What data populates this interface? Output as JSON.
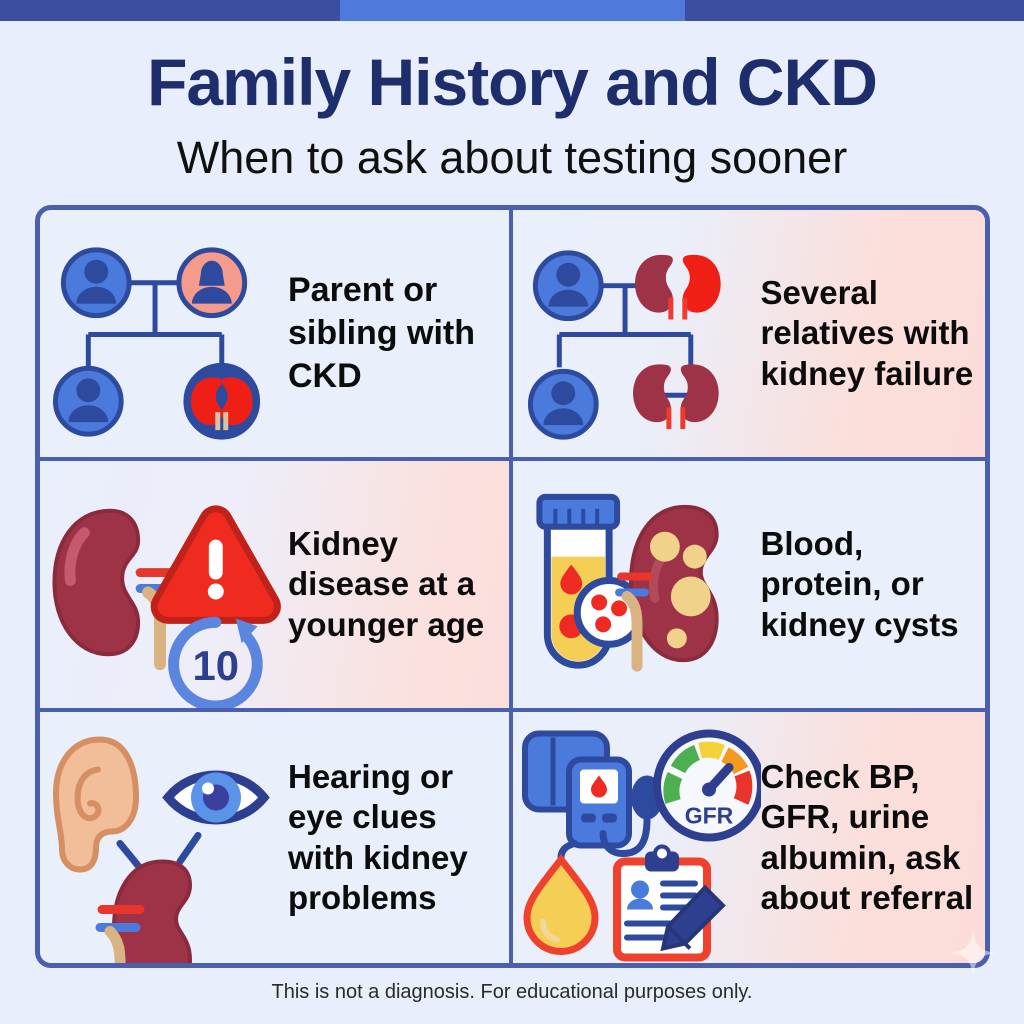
{
  "topbar": {
    "accent_dark": "#3c4ea0",
    "accent_light": "#5079dd"
  },
  "header": {
    "title": "Family History and CKD",
    "subtitle": "When to ask about testing sooner",
    "title_color": "#1e2d6b"
  },
  "grid": {
    "border_color": "#4a5fad",
    "cells": [
      {
        "id": "parent-or-sibling-with-ckd",
        "label": "Parent or sibling with CKD",
        "icon": "family-tree-kidney-icon",
        "background": "plain",
        "badge_number": null
      },
      {
        "id": "several-relatives-with-kidney-failure",
        "label": "Several relatives with kidney failure",
        "icon": "pedigree-kidney-pairs-icon",
        "background": "gradient",
        "badge_number": null
      },
      {
        "id": "kidney-disease-at-younger-age",
        "label": "Kidney disease at a younger age",
        "icon": "kidney-warning-clock-icon",
        "background": "gradient",
        "badge_number": "10"
      },
      {
        "id": "blood-protein-or-kidney-cysts",
        "label": "Blood, protein, or kidney cysts",
        "icon": "urine-test-tube-cystic-kidney-icon",
        "background": "plain",
        "badge_number": null
      },
      {
        "id": "hearing-or-eye-clues",
        "label": "Hearing or eye clues with kidney problems",
        "icon": "ear-eye-kidney-icon",
        "background": "plain",
        "badge_number": null
      },
      {
        "id": "check-bp-gfr-urine-albumin-referral",
        "label": "Check BP, GFR, urine albumin, ask about referral",
        "icon": "bp-monitor-gfr-gauge-clipboard-icon",
        "background": "gradient",
        "gauge_label": "GFR"
      }
    ]
  },
  "footer": {
    "disclaimer": "This is not a diagnosis. For educational purposes only."
  },
  "palette": {
    "kidney_dark": "#9e3347",
    "kidney_bright": "#f01f16",
    "avatar_blue": "#4a7adc",
    "avatar_navy": "#2e4a9e",
    "avatar_pink": "#f59b8c",
    "warning_red": "#ef2b20",
    "urine_yellow": "#f5cf55",
    "ureter_tan": "#d9b382",
    "navy": "#2e3f8f",
    "gauge_green": "#4caf50",
    "gauge_yellow": "#f5d13a",
    "gauge_orange": "#f59a1e",
    "gauge_red": "#e8342a"
  }
}
